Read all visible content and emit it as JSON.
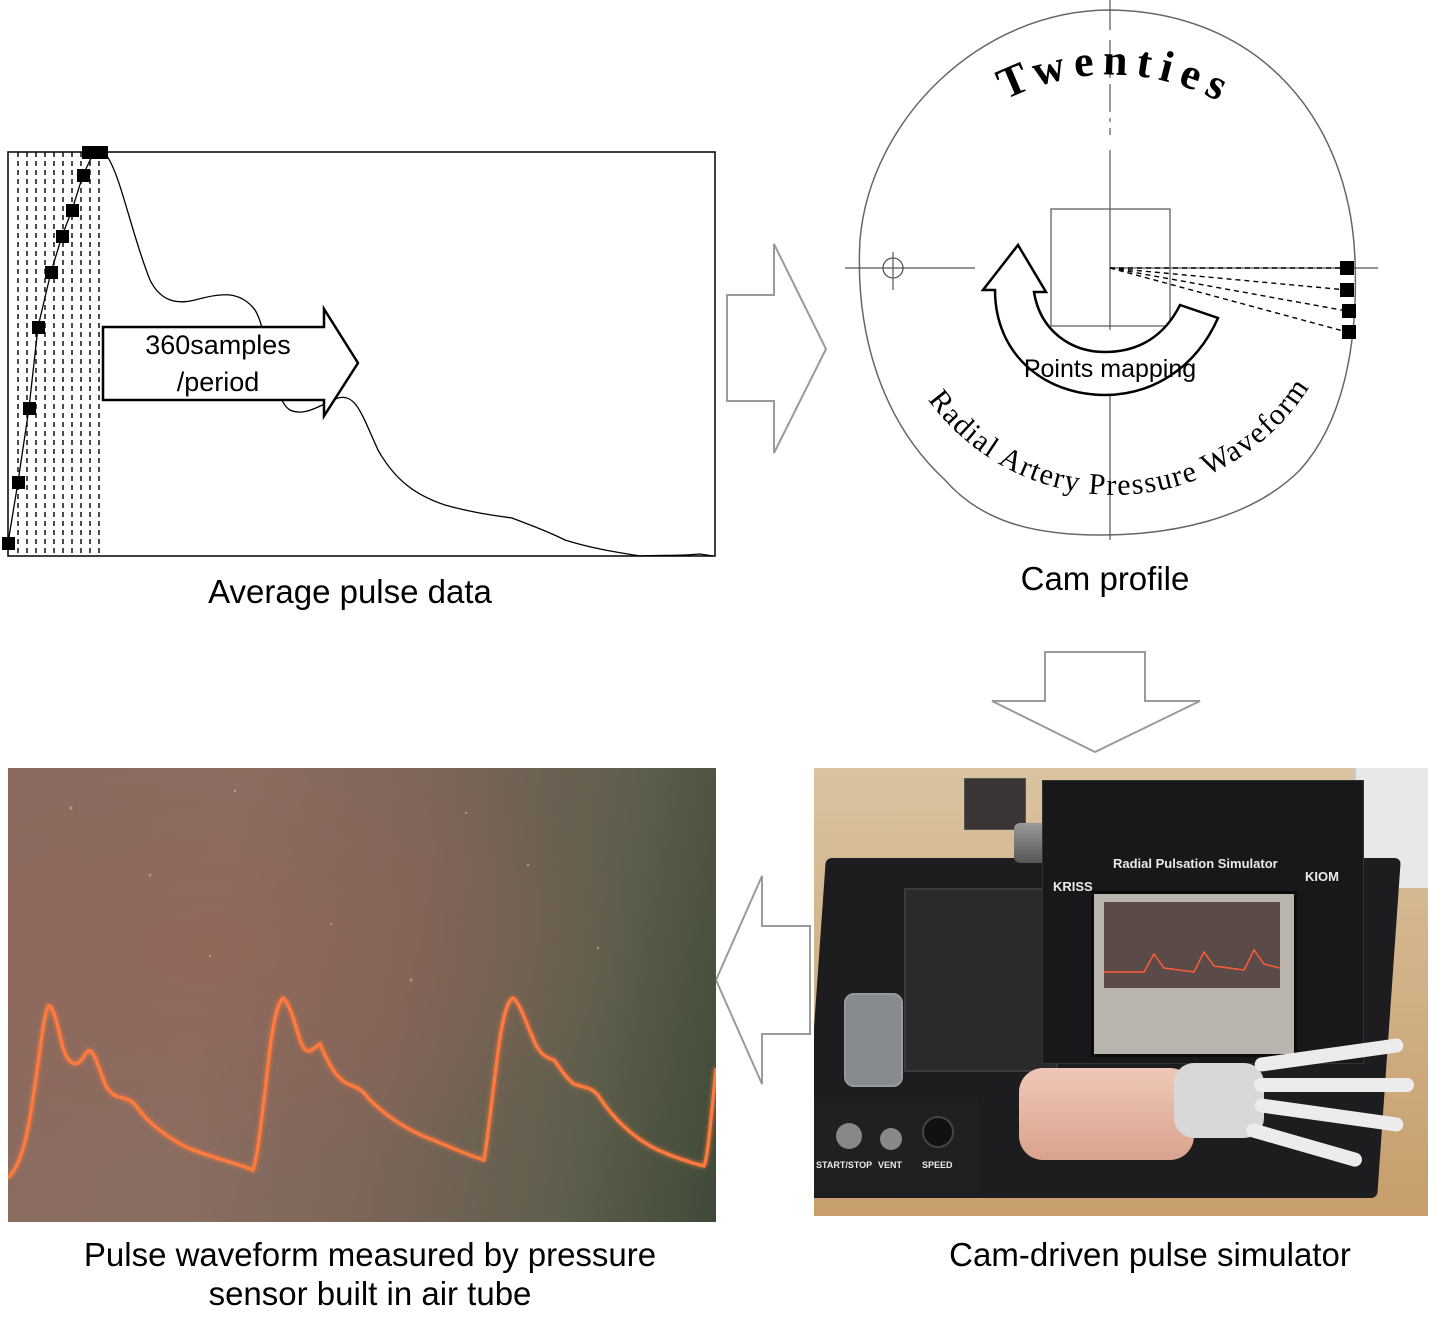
{
  "panels": {
    "average_pulse": {
      "arrow_label_line1": "360samples",
      "arrow_label_line2": "/period",
      "caption": "Average pulse data"
    },
    "cam_profile": {
      "title_arc": "Twenties",
      "bottom_arc": "Radial Artery Pressure Waveform",
      "mapping_label": "Points mapping",
      "caption": "Cam profile"
    },
    "pulse_measured": {
      "caption_line1": "Pulse waveform measured by pressure",
      "caption_line2": "sensor built in air tube"
    },
    "simulator": {
      "device_title": "Radial Pulsation Simulator",
      "brand_left": "KRISS",
      "brand_right": "KIOM",
      "knob_labels": [
        "START/STOP",
        "VENT",
        "SPEED"
      ],
      "caption": "Cam-driven pulse simulator"
    }
  },
  "colors": {
    "trace_orange": "#ff7a3c",
    "line": "#000000",
    "flow_arrow_stroke": "#9a9a9a"
  }
}
